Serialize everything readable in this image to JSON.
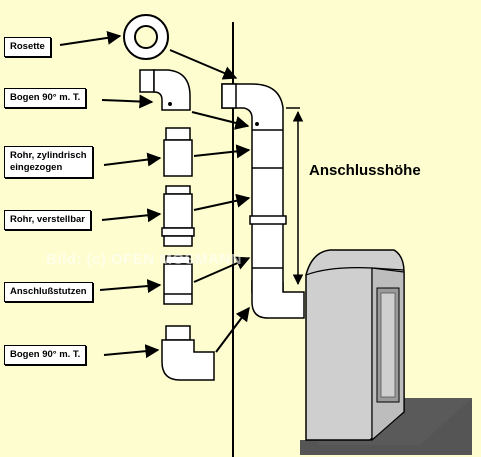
{
  "labels": {
    "rosette": "Rosette",
    "elbow_top": "Bogen 90° m. T.",
    "pipe_tapered": [
      "Rohr, zylindrisch",
      "eingezogen"
    ],
    "pipe_adjustable": "Rohr, verstellbar",
    "connector": "Anschlußstutzen",
    "elbow_bottom": "Bogen 90° m. T."
  },
  "height_label": "Anschlusshöhe",
  "watermark": "Bild: (c) OFEN MOSMANN",
  "colors": {
    "background": "#fdfdd0",
    "stove_front": "#d0d0d0",
    "stove_shadow": "#555555",
    "pipe_fill": "#ffffff",
    "outline": "#000000"
  }
}
